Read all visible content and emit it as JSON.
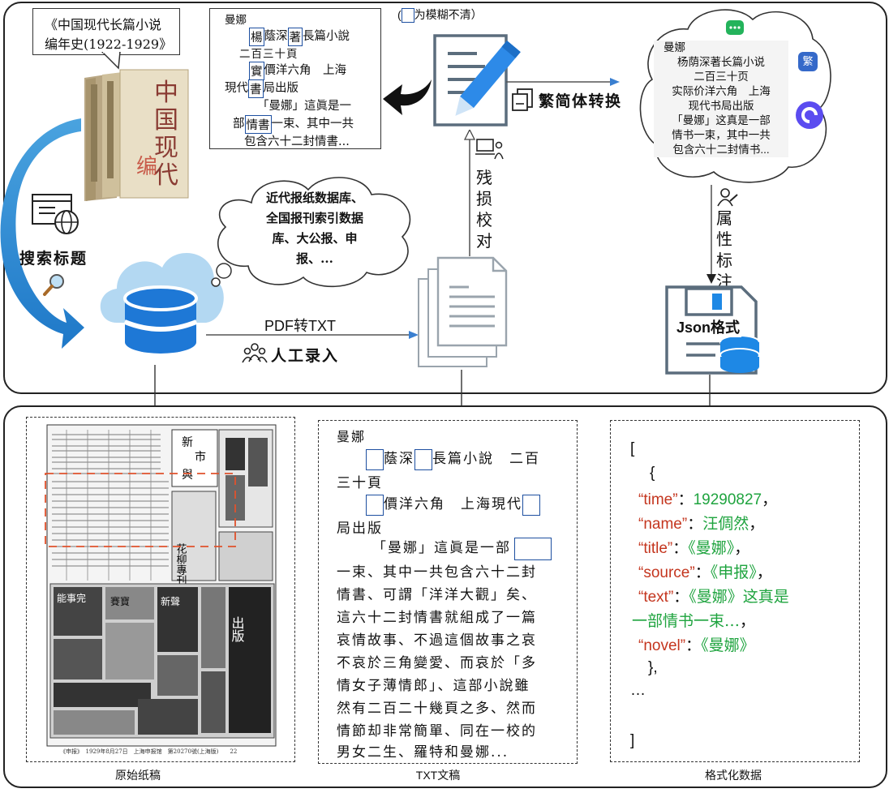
{
  "book_callout": {
    "line1": "《中国现代长篇小说",
    "line2": "编年史(1922-1929》"
  },
  "search_label": "搜索标题",
  "cloud_text": {
    "line1": "近代报纸数据库、",
    "line2": "全国报刊索引数据",
    "line3": "库、大公报、申",
    "line4": "报、..."
  },
  "pdf_label": "PDF转TXT",
  "manual_label": "人工录入",
  "proof_label": [
    "残",
    "损",
    "校",
    "对"
  ],
  "blur_note": "为模糊不清）",
  "blur_note_prefix": "(",
  "convert_label": "繁简体转换",
  "attr_label": [
    "属",
    "性",
    "标",
    "注"
  ],
  "json_icon_label": "Json格式",
  "trad_box": {
    "l1": "曼娜",
    "l2a": "楊",
    "l2b": "蔭深",
    "l2c": "著",
    "l2d": "長篇小說",
    "l3": "二百三十頁",
    "l4a": "實",
    "l4b": "價洋六角　上海",
    "l5a": "現代",
    "l5b": "書",
    "l5c": "局出版",
    "l6": "「曼娜」這眞是一",
    "l7a": "部",
    "l7b": "情書",
    "l7c": "一束、其中一共",
    "l8": "包含六十二封情書..."
  },
  "simp_bubble": {
    "l1": "曼娜",
    "l2": "杨荫深著长篇小说",
    "l3": "二百三十页",
    "l4": "实际价洋六角　上海",
    "l5": "现代书局出版",
    "l6": "「曼娜」这真是一部",
    "l7": "情书一束，其中一共",
    "l8": "包含六十二封情书..."
  },
  "simp_icon_label": "繁",
  "txt_draft": {
    "l1": "曼娜",
    "l2a": "蔭深",
    "l2b": "長篇小說　二百",
    "l3": "三十頁",
    "l4a": "價洋六角　上海現代",
    "l5": "局出版",
    "l6": "「曼娜」這眞是一部",
    "l7": "一束、其中一共包含六十二封",
    "l8": "情書、可謂「洋洋大觀」矣、",
    "l9": "這六十二封情書就組成了一篇",
    "l10": "哀情故事、不過這個故事之哀",
    "l11": "不哀於三角變愛、而哀於「多",
    "l12": "情女子薄情郎」、這部小說雖",
    "l13": "然有二百二十幾頁之多、然而",
    "l14": "情節却非常簡單、同在一校的",
    "l15": "男女二生、羅特和曼娜..."
  },
  "json_panel": {
    "open": "[",
    "brace_open": "{",
    "k_time": "“time”",
    "v_time": "19290827",
    "k_name": "“name”",
    "v_name": "汪倜然",
    "k_title": "“title”",
    "v_title": "《曼娜》",
    "k_source": "“source”",
    "v_source": "《申报》",
    "k_text": "“text”",
    "v_text1": "《曼娜》这真是",
    "v_text2": "一部情书一束…",
    "k_novel": "“novel”",
    "v_novel": "《曼娜》",
    "brace_close": "},",
    "ellipsis": "…",
    "close": "]",
    "colon": "：",
    "comma": "，"
  },
  "newspaper": {
    "footer": "《申报》　1929年8月27日　上海申报馆　第20270號(上海版)　　22",
    "mast": [
      "新",
      "市",
      "與"
    ],
    "ad_big": "出版",
    "ad_vertical": "花柳專刊",
    "ad_label1": "能事完",
    "ad_label2": "賽寶",
    "ad_label3": "新聲"
  },
  "captions": {
    "original": "原始纸稿",
    "txt": "TXT文稿",
    "formatted": "格式化数据"
  },
  "colors": {
    "accent_blue": "#1e88e5",
    "key_red": "#c4351e",
    "value_green": "#1fa43f",
    "arrow_blue": "#3a7fd0"
  }
}
